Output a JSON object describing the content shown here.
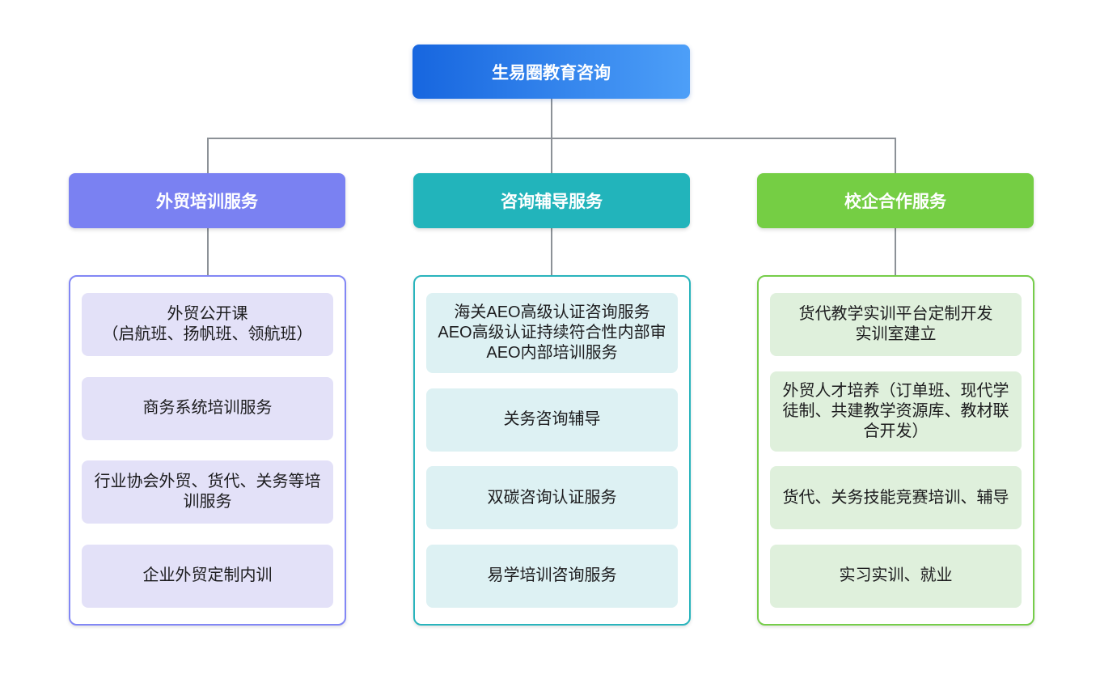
{
  "root": {
    "label": "生易圈教育咨询"
  },
  "branches": [
    {
      "label": "外贸培训服务",
      "header_color": "#7a81f2",
      "border_color": "#8287f5",
      "item_bg_color": "#e3e1f8",
      "items": [
        "外贸公开课\n（启航班、扬帆班、领航班）",
        "商务系统培训服务",
        "行业协会外贸、货代、关务等培训服务",
        "企业外贸定制内训"
      ]
    },
    {
      "label": "咨询辅导服务",
      "header_color": "#22b4bb",
      "border_color": "#29b4bc",
      "item_bg_color": "#ddf1f3",
      "items": [
        "海关AEO高级认证咨询服务\nAEO高级认证持续符合性内部审\nAEO内部培训服务",
        "关务咨询辅导",
        "双碳咨询认证服务",
        "易学培训咨询服务"
      ]
    },
    {
      "label": "校企合作服务",
      "header_color": "#75ce44",
      "border_color": "#76cd4a",
      "item_bg_color": "#dff0dc",
      "items": [
        "货代教学实训平台定制开发\n实训室建立",
        "外贸人才培养（订单班、现代学徒制、共建教学资源库、教材联合开发）",
        "货代、关务技能竞赛培训、辅导",
        "实习实训、就业"
      ]
    }
  ],
  "colors": {
    "root_gradient_start": "#1766df",
    "root_gradient_end": "#4d9ff8",
    "connector": "#8c9197",
    "background": "#ffffff"
  }
}
